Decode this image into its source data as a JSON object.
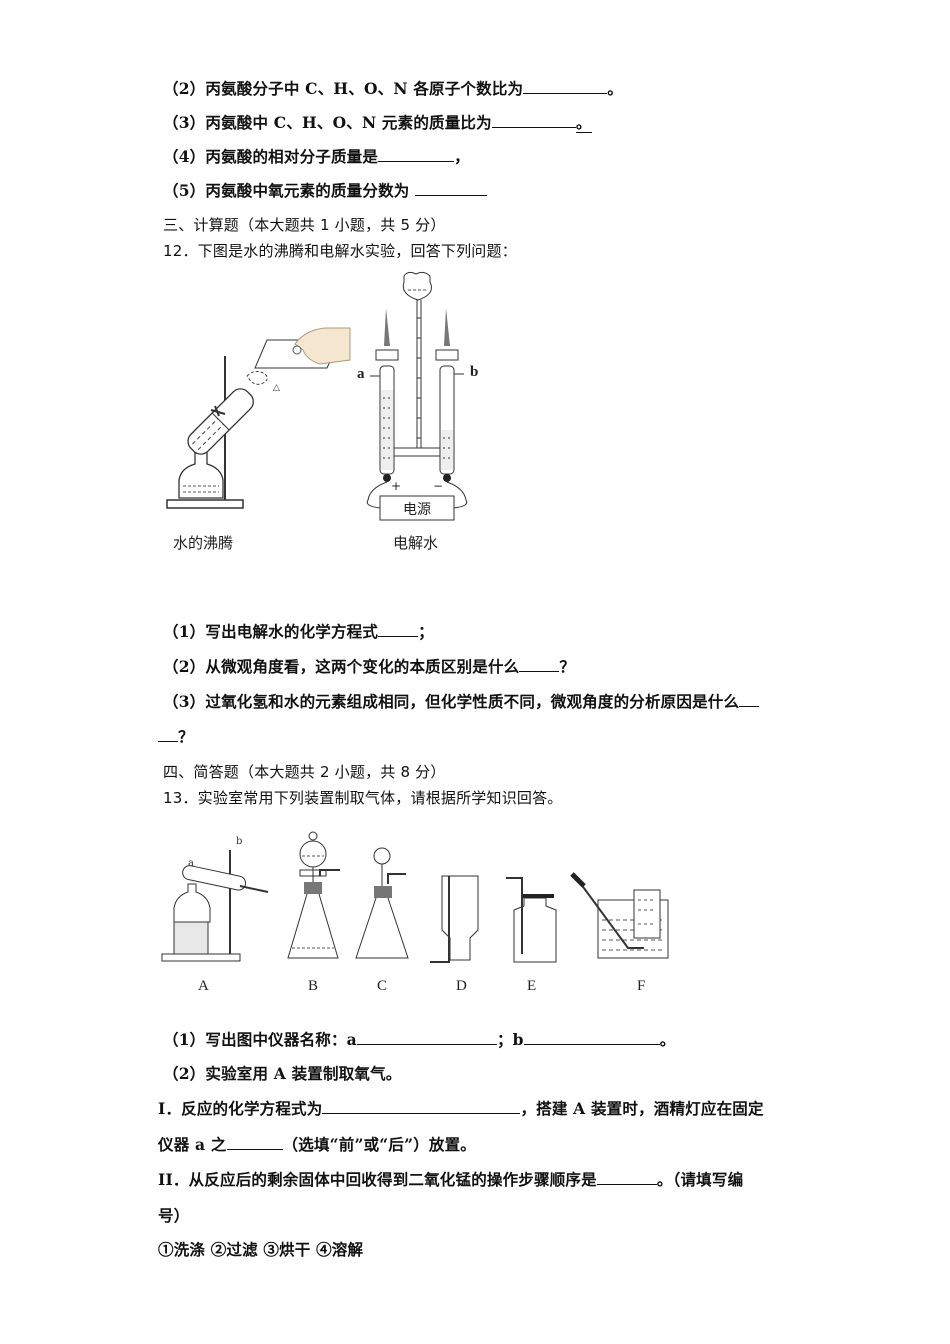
{
  "part2": {
    "q2": {
      "prefix": "（2）丙氨酸分子中 C、H、O、N 各原子个数比为",
      "suffix": "。"
    },
    "q3": {
      "prefix": "（3）丙氨酸中 C、H、O、N 元素的质量比为",
      "suffix": "。"
    },
    "q4": {
      "prefix": "（4）丙氨酸的相对分子质量是",
      "suffix": "，"
    },
    "q5": {
      "prefix": "（5）丙氨酸中氧元素的质量分数为 ",
      "suffix": ""
    }
  },
  "section3": {
    "heading": "三、计算题（本大题共 1 小题，共 5 分）",
    "q12": {
      "stem": "12．下图是水的沸腾和电解水实验，回答下列问题：",
      "figure_left_caption": "水的沸腾",
      "figure_right_caption": "电解水",
      "figure_right_labels": {
        "a": "a",
        "b": "b",
        "plus": "+",
        "minus": "−",
        "power": "电源"
      },
      "sub1": {
        "prefix": "（1）写出电解水的化学方程式",
        "suffix": "；"
      },
      "sub2": {
        "prefix": "（2）从微观角度看，这两个变化的本质区别是什么",
        "suffix": "？"
      },
      "sub3": {
        "prefix": "（3）过氧化氢和水的元素组成相同，但化学性质不同，微观角度的分析原因是什么",
        "suffix": "？"
      }
    }
  },
  "section4": {
    "heading": "四、简答题（本大题共 2 小题，共 8 分）",
    "q13": {
      "stem": "13．实验室常用下列装置制取气体，请根据所学知识回答。",
      "apparatus_labels": [
        "A",
        "B",
        "C",
        "D",
        "E",
        "F"
      ],
      "apparatus_a_labels": {
        "a": "a",
        "b": "b"
      },
      "sub1": {
        "prefix": "（1）写出图中仪器名称：a",
        "mid": "；b",
        "suffix": "。"
      },
      "sub2": "（2）实验室用 A 装置制取氧气。",
      "partI": {
        "prefix": "I．反应的化学方程式为",
        "mid": "，搭建 A 装置时，酒精灯应在固定",
        "line2_prefix": "仪器 a 之",
        "line2_suffix": "（选填“前”或“后”）放置。"
      },
      "partII": {
        "prefix": "II．从反应后的剩余固体中回收得到二氧化锰的操作步骤顺序是",
        "suffix": "。（请填写编",
        "line2": "号）"
      },
      "options": "①洗涤 ②过滤 ③烘干 ④溶解"
    }
  }
}
